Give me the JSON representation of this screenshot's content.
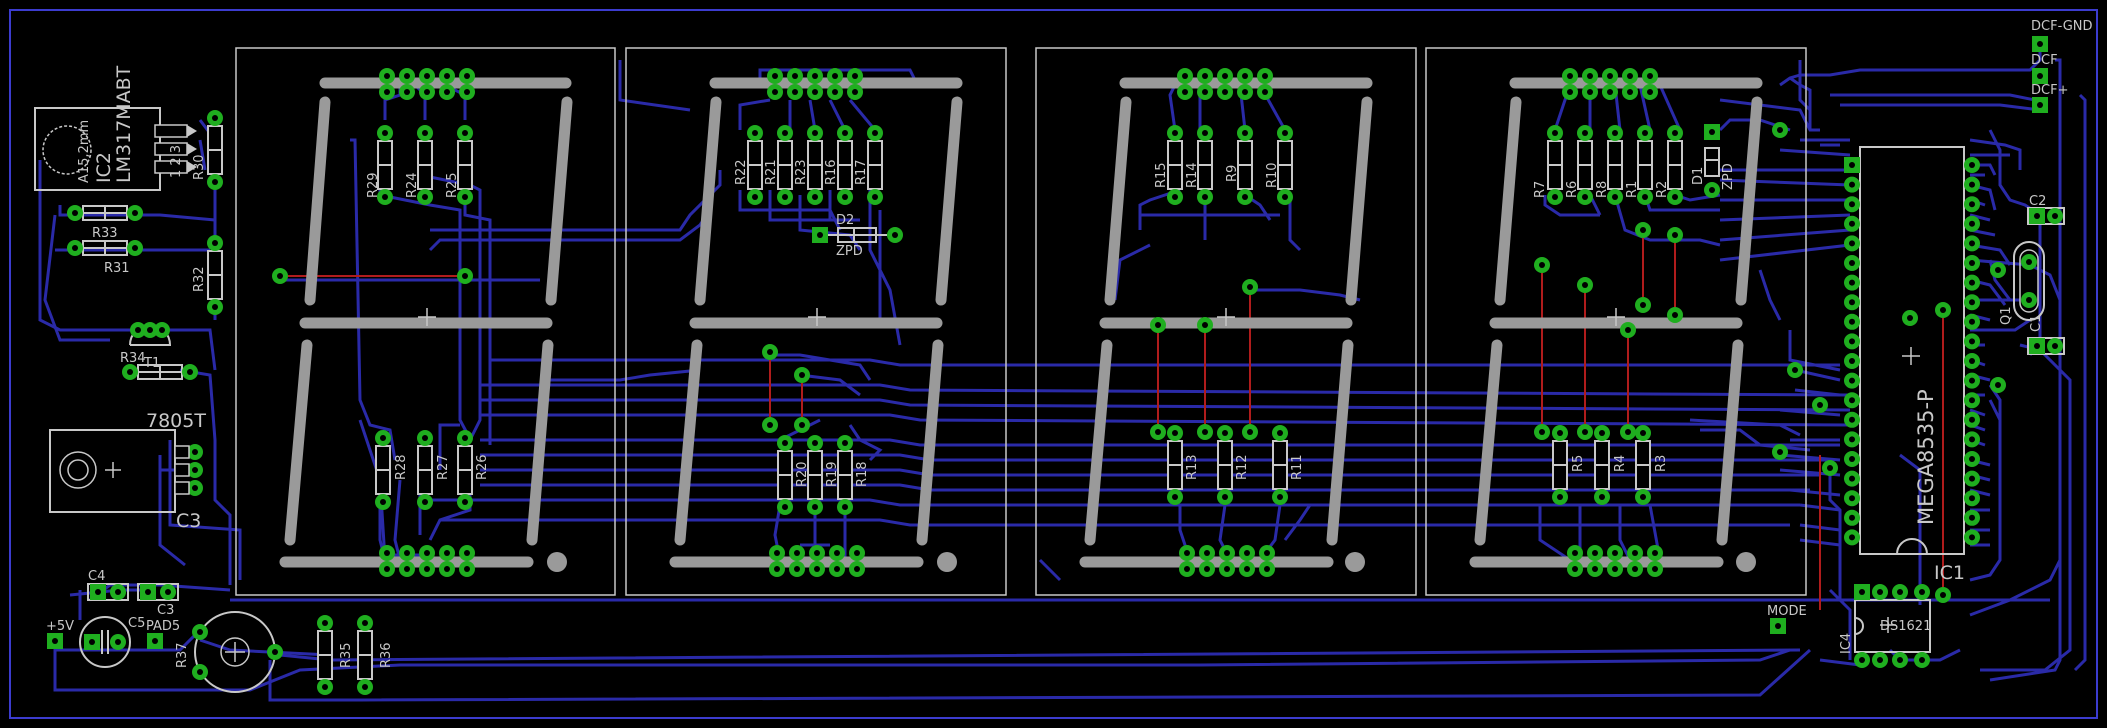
{
  "colors": {
    "background": "#000000",
    "trace": "#2a2aa8",
    "trace_red": "#b01c1c",
    "pad": "#1fae1f",
    "outline": "#c8c8c8",
    "segment": "#9a9a9a",
    "frame": "#3c3ccf"
  },
  "labels": {
    "ic2": "IC2",
    "lm317": "LM317MABT",
    "ic2_pins": "1  2  3",
    "a15": "A15,2mm",
    "r30": "R30",
    "r33": "R33",
    "r31": "R31",
    "r32": "R32",
    "r34": "R34",
    "t1": "T1",
    "v7805": "7805T",
    "c3": "C3",
    "c4": "C4",
    "c5": "C5",
    "c3b": "C3",
    "plus5v": "+5V",
    "pad5": "PAD5",
    "r37": "R37",
    "r35": "R35",
    "r36": "R36",
    "r29": "R29",
    "r24": "R24",
    "r25": "R25",
    "r28": "R28",
    "r27": "R27",
    "r26": "R26",
    "r22": "R22",
    "r21": "R21",
    "r23": "R23",
    "r16": "R16",
    "r17": "R17",
    "d2": "D2",
    "zpd": "ZPD",
    "r20": "R20",
    "r19": "R19",
    "r18": "R18",
    "r15": "R15",
    "r14": "R14",
    "r9": "R9",
    "r10": "R10",
    "r13": "R13",
    "r12": "R12",
    "r11": "R11",
    "r7": "R7",
    "r6": "R6",
    "r8": "R8",
    "r1": "R1",
    "r2": "R2",
    "d1": "D1",
    "zpd2": "ZPD",
    "r5": "R5",
    "r4": "R4",
    "r3": "R3",
    "mega": "MEGA8535-P",
    "ic1": "IC1",
    "ic4": "IC4",
    "ds1621": "DS1621",
    "mode": "MODE",
    "dcf_gnd": "DCF-GND",
    "dcf": "DCF",
    "dcf_plus": "DCF+",
    "c2": "C2",
    "q1": "Q1",
    "c1": "C1"
  }
}
